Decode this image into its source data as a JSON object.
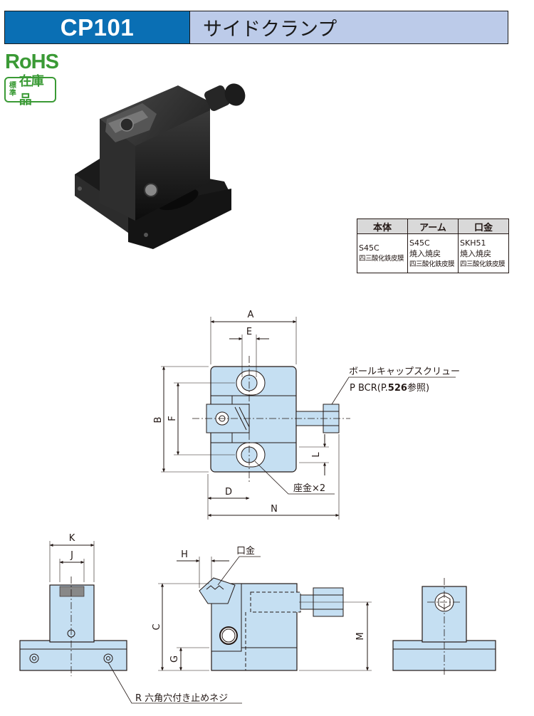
{
  "header": {
    "model": "CP101",
    "title": "サイドクランプ"
  },
  "badges": {
    "rohs": "RoHS",
    "stock_small": "標準",
    "stock_big": "在庫品"
  },
  "materials": {
    "headers": [
      "本体",
      "アーム",
      "口金"
    ],
    "body_material": "S45C",
    "body_coating": "四三酸化鉄皮膜",
    "arm_material": "S45C",
    "arm_treatment": "焼入焼戻",
    "arm_coating": "四三酸化鉄皮膜",
    "jaw_material": "SKH51",
    "jaw_treatment": "焼入焼戻",
    "jaw_coating": "四三酸化鉄皮膜"
  },
  "dimensions": {
    "A": "A",
    "B": "B",
    "C": "C",
    "D": "D",
    "E": "E",
    "F": "F",
    "G": "G",
    "H": "H",
    "J": "J",
    "K": "K",
    "L": "L",
    "M": "M",
    "N": "N"
  },
  "callouts": {
    "screw_line1": "ボールキャップスクリュー",
    "screw_line2_a": "P BCR(P.",
    "screw_page": "526",
    "screw_line2_b": "参照)",
    "washer": "座金×2",
    "jaw": "口金",
    "set_screw": "R 六角穴付き止めネジ"
  },
  "colors": {
    "accent": "#0a6fb4",
    "title_bg": "#bccbe9",
    "part_fill": "#c5dff2",
    "rohs_green": "#3a9a35"
  }
}
